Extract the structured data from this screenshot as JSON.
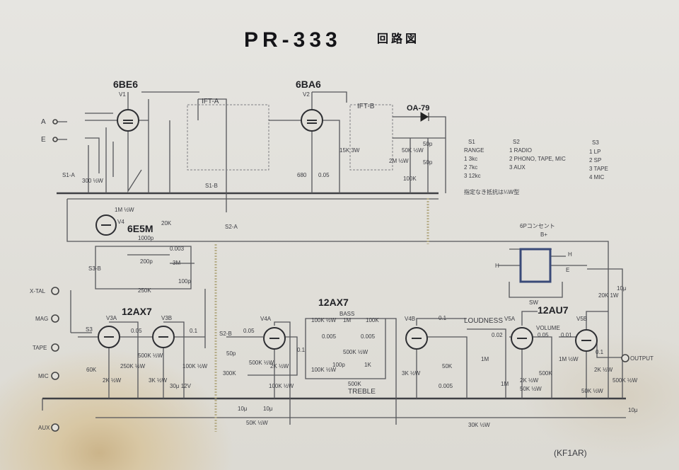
{
  "title": {
    "model": "PR-333",
    "subtitle": "回路図"
  },
  "tubes": {
    "v1": {
      "type": "6BE6",
      "ref": "V1"
    },
    "v2": {
      "type": "6BA6",
      "ref": "V2"
    },
    "v4": {
      "type": "6E5M",
      "ref": "V4"
    },
    "v3": {
      "type": "12AX7",
      "ref_a": "V3A",
      "ref_b": "V3B"
    },
    "v4ab": {
      "type": "12AX7",
      "ref_a": "V4A",
      "ref_b": "V4B"
    },
    "v5": {
      "type": "12AU7",
      "ref_a": "V5A",
      "ref_b": "V5B"
    }
  },
  "parts": {
    "ifta": "IFT-A",
    "iftb": "IFT-B",
    "diode": "OA-79",
    "s1a": "S1-A",
    "s1b": "S1-B",
    "s2a": "S2-A",
    "s2b": "S2-B",
    "s3": "S3",
    "s3b": "S3-B",
    "socket": "6Pコンセント",
    "bplus": "B+",
    "h1": "H",
    "h2": "H",
    "e": "E",
    "sw": "SW",
    "bass": "BASS",
    "treble": "TREBLE",
    "loudness": "LOUDNESS",
    "volume": "VOLUME"
  },
  "inputs": {
    "a": "A",
    "e": "E",
    "xtal": "X-TAL",
    "mag": "MAG",
    "tape": "TAPE",
    "mic": "MIC",
    "aux": "AUX",
    "output": "OUTPUT"
  },
  "values": {
    "r300": "300 ½W",
    "r1m": "1M ½W",
    "r20k": "20K",
    "r15k": "15K 3W",
    "r680": "680",
    "c005a": "0.05",
    "c50p1": "50p",
    "c50p2": "50p",
    "r2m": "2M ½W",
    "r50k": "50K ½W",
    "r100k": "100K",
    "c100p": "100p",
    "c1000p": "1000p",
    "c200p": "200p",
    "c0003": "0.003",
    "r3m": "3M",
    "r250k": "250K",
    "c005b": "0.05",
    "c01a": "0.1",
    "r60k": "60K",
    "r2k": "2K ½W",
    "r250k2": "250K ½W",
    "r500k": "500K ½W",
    "r3k": "3K ½W",
    "c30u": "30μ 12V",
    "r100k2": "100K ½W",
    "c50pb": "50p",
    "r300k": "300K",
    "c005c": "0.05",
    "c01b": "0.1",
    "r500k3": "500K ½W",
    "r2kb": "2K ½W",
    "r100k3": "100K ½W",
    "r100kb": "100K ½W",
    "r1mb": "1M",
    "r100kc": "100K",
    "c0005a": "0.005",
    "c0005b": "0.005",
    "r500kb": "500K ½W",
    "c100pt": "100p",
    "r1k": "1K",
    "r500kt": "500K",
    "r3kb": "3K ½W",
    "r100kd": "100K ½W",
    "c01c": "0.1",
    "r50k2": "50K",
    "c002": "0.02",
    "r1mc": "1M",
    "c0005c": "0.005",
    "r1md": "1M",
    "r2kc": "2K ½W",
    "r50k3": "50K ½W",
    "c005d": "0.05",
    "r500kv": "500K",
    "c001": "0.01",
    "r1me": "1M ½W",
    "r2kd": "2K ½W",
    "r50k4": "50K ½W",
    "c01d": "0.1",
    "r500ko": "500K ½W",
    "r20kb": "20K 1W",
    "c10u": "10μ",
    "c10ub": "10μ",
    "c10uc": "10μ",
    "c10ud": "10μ",
    "r50kbus": "50K ½W",
    "r30kbus": "30K ½W"
  },
  "switch_table": {
    "s1": {
      "header": "S1",
      "sub": "RANGE",
      "rows": [
        "1   3kc",
        "2   7kc",
        "3   12kc"
      ]
    },
    "s2": {
      "header": "S2",
      "rows": [
        "1   RADIO",
        "2   PHONO, TAPE, MIC",
        "3   AUX"
      ]
    },
    "s3": {
      "header": "S3",
      "rows": [
        "1   LP",
        "2   SP",
        "3   TAPE",
        "4   MIC"
      ]
    },
    "note": "指定なき抵抗は¼W型"
  },
  "footer": "(KF1AR)"
}
